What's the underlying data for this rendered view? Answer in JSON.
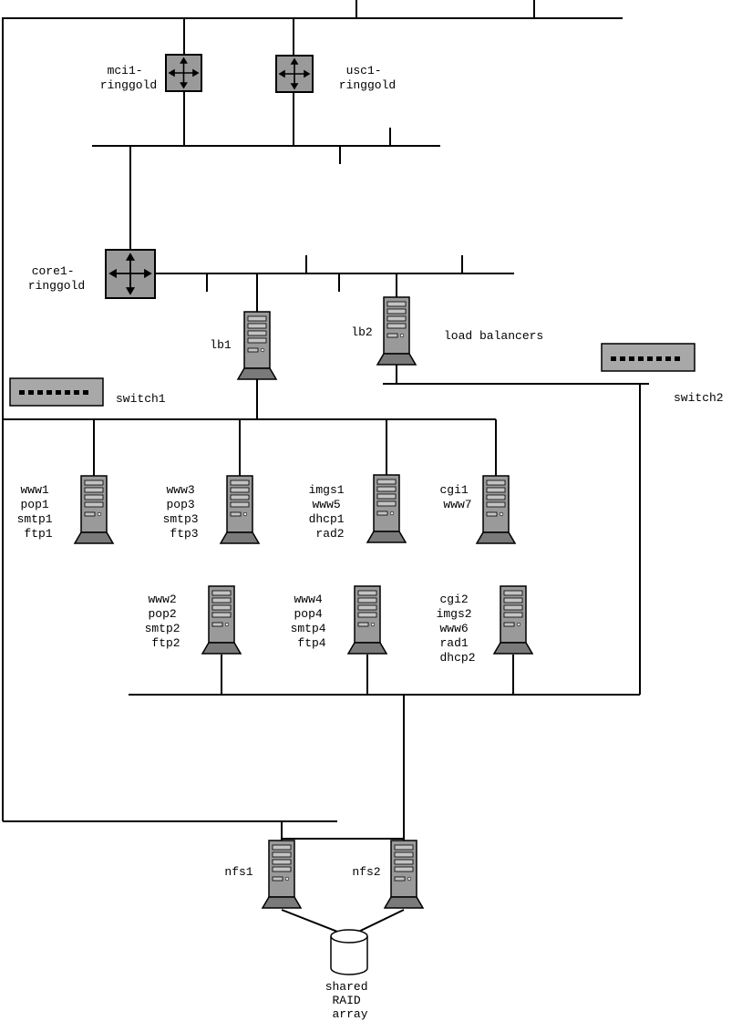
{
  "routers": {
    "mci1": [
      "mci1-",
      "ringgold"
    ],
    "usc1": [
      "usc1-",
      "ringgold"
    ],
    "core1": [
      "core1-",
      "ringgold"
    ]
  },
  "switches": {
    "switch1": "switch1",
    "switch2": "switch2"
  },
  "load_balancers": {
    "lb1": "lb1",
    "lb2": "lb2",
    "caption": "load balancers"
  },
  "servers": {
    "row1": [
      [
        "www1",
        "pop1",
        "smtp1",
        "ftp1"
      ],
      [
        "www3",
        "pop3",
        "smtp3",
        "ftp3"
      ],
      [
        "imgs1",
        "www5",
        "dhcp1",
        "rad2"
      ],
      [
        "cgi1",
        "www7"
      ]
    ],
    "row2": [
      [
        "www2",
        "pop2",
        "smtp2",
        "ftp2"
      ],
      [
        "www4",
        "pop4",
        "smtp4",
        "ftp4"
      ],
      [
        "cgi2",
        "imgs2",
        "www6",
        "rad1",
        "dhcp2"
      ]
    ]
  },
  "storage": {
    "nfs1": "nfs1",
    "nfs2": "nfs2",
    "raid": [
      "shared",
      "RAID",
      "array"
    ]
  }
}
